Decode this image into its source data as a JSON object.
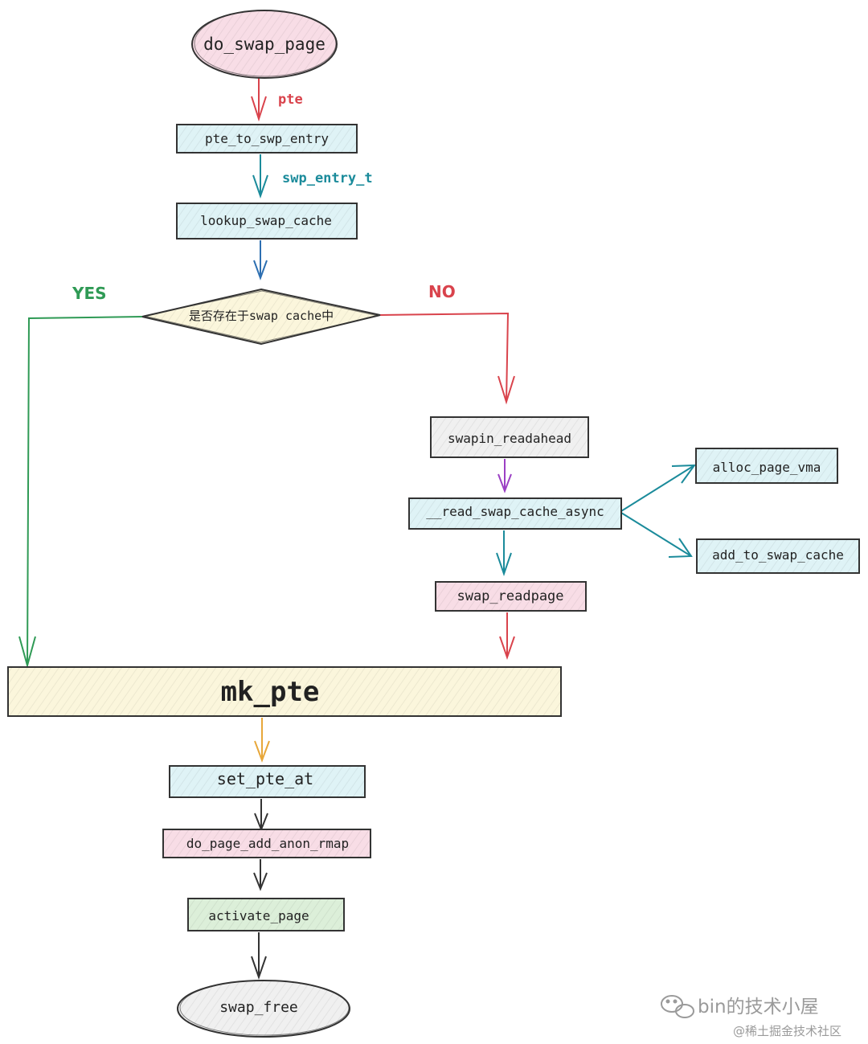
{
  "nodes": {
    "do_swap_page": "do_swap_page",
    "pte_to_swp_entry": "pte_to_swp_entry",
    "lookup_swap_cache": "lookup_swap_cache",
    "decision": "是否存在于swap cache中",
    "swapin_readahead": "swapin_readahead",
    "read_swap_cache_async": "__read_swap_cache_async",
    "alloc_page_vma": "alloc_page_vma",
    "add_to_swap_cache": "add_to_swap_cache",
    "swap_readpage": "swap_readpage",
    "mk_pte": "mk_pte",
    "set_pte_at": "set_pte_at",
    "do_page_add_anon_rmap": "do_page_add_anon_rmap",
    "activate_page": "activate_page",
    "swap_free": "swap_free"
  },
  "edge_labels": {
    "pte": "pte",
    "swp_entry_t": "swp_entry_t",
    "yes": "YES",
    "no": "NO"
  },
  "watermark": {
    "line1": "bin的技术小屋",
    "line2": "@稀土掘金技术社区"
  },
  "colors": {
    "pink_fill": "#f8dde6",
    "cyan_fill": "#dff3f6",
    "yellow_fill": "#fbf6dc",
    "gray_fill": "#f0f0f0",
    "green_fill": "#dcefd9",
    "red_arrow": "#d9434c",
    "teal_arrow": "#1b8b9b",
    "blue_arrow": "#2d6fb1",
    "purple_arrow": "#9b40c4",
    "orange_arrow": "#e7a73a",
    "green_arrow": "#2f9a55",
    "dark_arrow": "#333333"
  }
}
